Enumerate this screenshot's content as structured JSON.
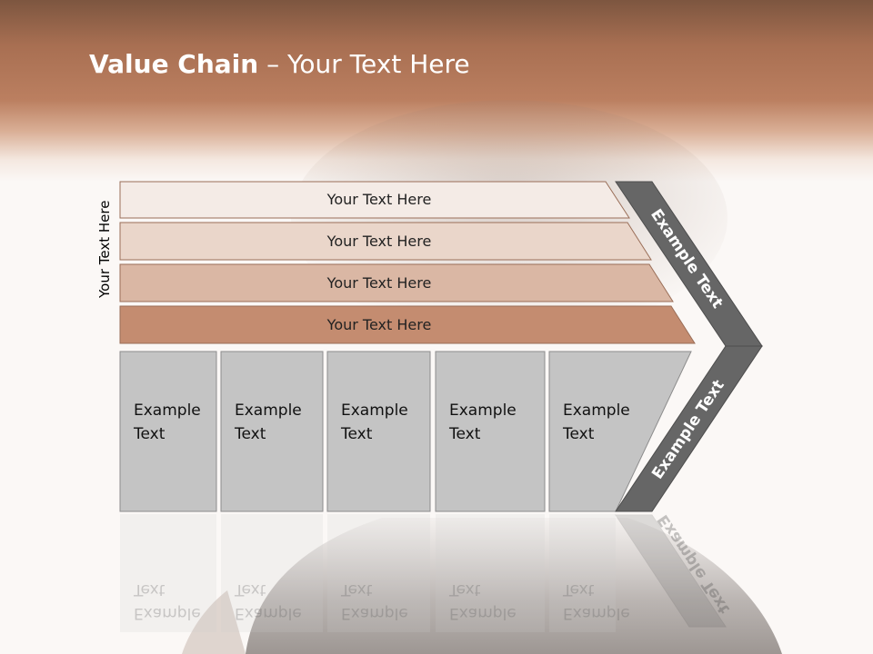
{
  "title": {
    "bold": "Value Chain",
    "rest": " – Your Text Here"
  },
  "side_label": "Your Text Here",
  "bars": [
    {
      "label": "Your Text Here",
      "color": "#f4ebe6"
    },
    {
      "label": "Your Text Here",
      "color": "#ead6ca"
    },
    {
      "label": "Your Text Here",
      "color": "#dab7a4"
    },
    {
      "label": "Your Text Here",
      "color": "#c48c70"
    }
  ],
  "boxes": [
    {
      "line1": "Example",
      "line2": "Text"
    },
    {
      "line1": "Example",
      "line2": "Text"
    },
    {
      "line1": "Example",
      "line2": "Text"
    },
    {
      "line1": "Example",
      "line2": "Text"
    },
    {
      "line1": "Example",
      "line2": "Text"
    }
  ],
  "arrow": {
    "upper_label": "Example Text",
    "lower_label": "Example Text",
    "color": "#666666"
  },
  "colors": {
    "header": "#b27758",
    "box": "#c4c4c4",
    "background": "#fbf8f6"
  }
}
